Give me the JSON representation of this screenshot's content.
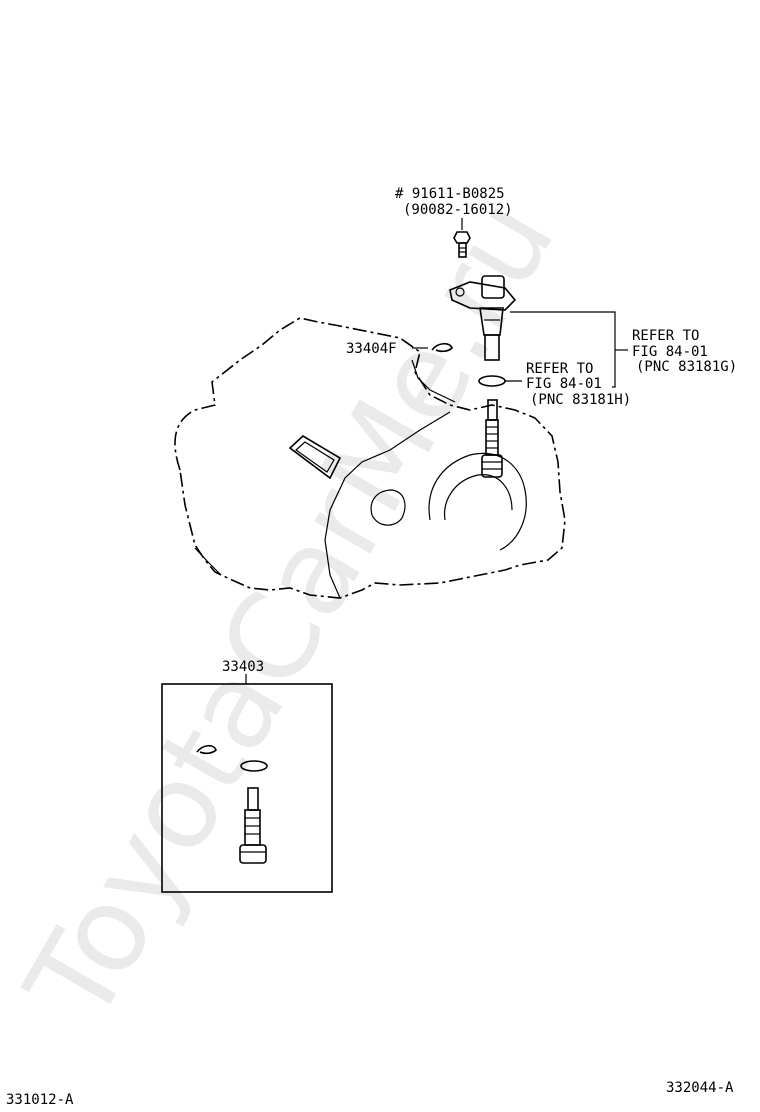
{
  "watermark": "ToyotaCarMe.ru",
  "parts": {
    "bolt_part_number": "# 91611-B0825",
    "bolt_alt_number": "(90082-16012)",
    "clip_part_number": "33404F",
    "kit_part_number": "33403"
  },
  "references": {
    "sensor_ref_line1": "REFER TO",
    "sensor_ref_line2": "FIG 84-01",
    "sensor_ref_line3": "(PNC 83181G)",
    "oring_ref_line1": "REFER TO",
    "oring_ref_line2": "FIG 84-01",
    "oring_ref_line3": "(PNC 83181H)"
  },
  "footer": {
    "left_code": "331012-A",
    "right_code": "332044-A"
  }
}
